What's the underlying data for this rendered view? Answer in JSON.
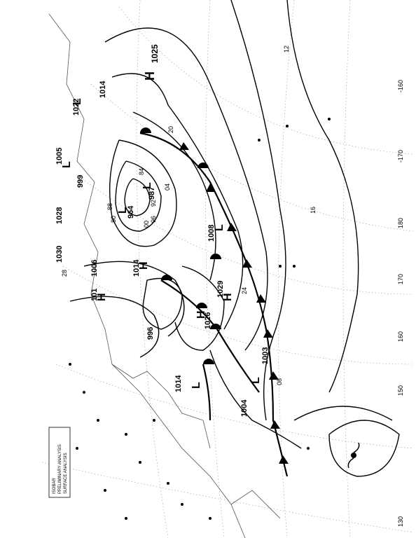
{
  "map": {
    "legend_lines": [
      "ISOBAR",
      "PRELIMINARY ANALYSIS",
      "SURFACE ANALYSIS"
    ],
    "longitude_labels": [
      "-160",
      "-170",
      "180",
      "170",
      "160",
      "150",
      "130"
    ],
    "pressure_systems": [
      {
        "type": "H",
        "value": "1025"
      },
      {
        "type": "L",
        "value": "1014"
      },
      {
        "type": "L",
        "value": "1005"
      },
      {
        "type": "L",
        "value": "999"
      },
      {
        "type": "H",
        "value": "1028"
      },
      {
        "type": "H",
        "value": "1030"
      },
      {
        "type": "H",
        "value": "1006"
      },
      {
        "type": "L",
        "value": "987"
      },
      {
        "type": "L",
        "value": "964"
      },
      {
        "type": "H",
        "value": "1014"
      },
      {
        "type": "L",
        "value": "1008"
      },
      {
        "type": "H",
        "value": "1029"
      },
      {
        "type": "H",
        "value": "1026"
      },
      {
        "type": "L",
        "value": "996"
      },
      {
        "type": "L",
        "value": "1003"
      },
      {
        "type": "L",
        "value": "1004"
      },
      {
        "type": "L",
        "value": "1014"
      },
      {
        "type": "H",
        "value": "1022"
      },
      {
        "type": "H",
        "value": "101"
      }
    ],
    "isobar_labels": [
      "12",
      "20",
      "16",
      "24",
      "08",
      "04",
      "00",
      "96",
      "92",
      "88",
      "84",
      "80",
      "28"
    ]
  }
}
